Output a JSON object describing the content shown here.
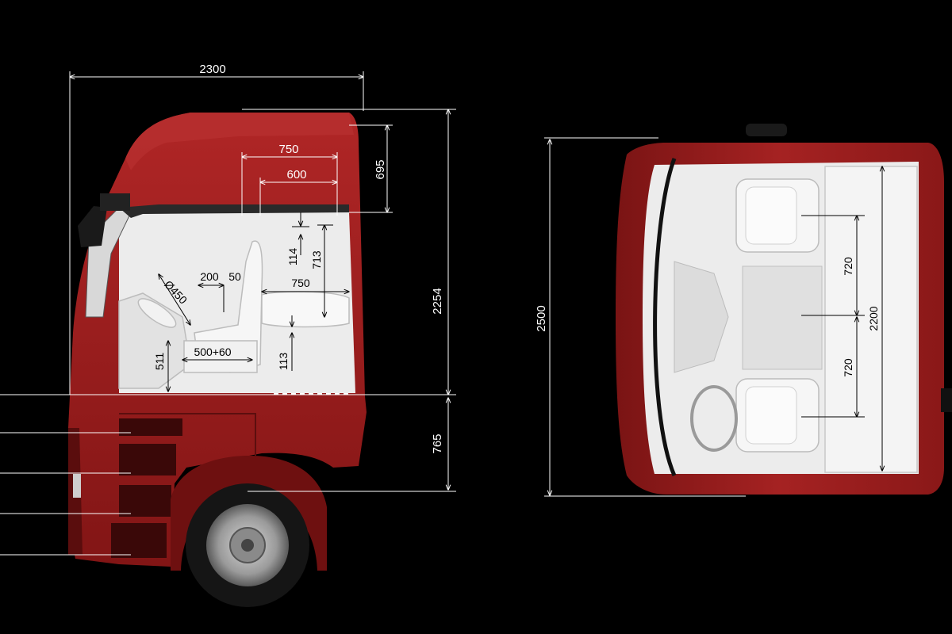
{
  "side_view": {
    "overall_length": "2300",
    "bunk_length_upper": "750",
    "bunk_length_lower": "600",
    "roof_to_window": "695",
    "headroom_offset": "114",
    "interior_height": "713",
    "overall_height": "2254",
    "step_height": "765",
    "steering_wheel": "Ø450",
    "seat_adjust_fore": "200",
    "seat_adjust_aft": "50",
    "bed_length_side": "750",
    "seat_travel": "500+60",
    "seat_base_height": "511",
    "floor_to_seat": "113"
  },
  "top_view": {
    "overall_width": "2500",
    "bed_length": "2200",
    "seat_spacing_front": "720",
    "seat_spacing_rear": "720"
  },
  "colors": {
    "cab_red": "#9c1c1c",
    "cab_dark": "#6e1010",
    "interior": "#ececec",
    "background": "#000000"
  }
}
